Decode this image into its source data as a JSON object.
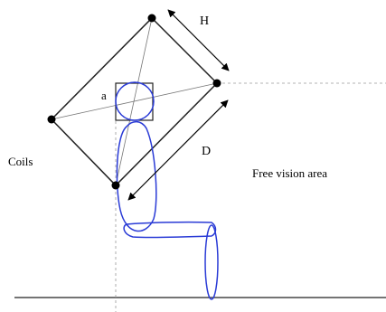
{
  "labels": {
    "height": "H",
    "distance": "D",
    "side": "a",
    "coils": "Coils",
    "free_vision_area": "Free vision area"
  },
  "colors": {
    "frame": "#222222",
    "figure": "#2a3bd6",
    "guide": "#9a9a9a",
    "diagonal": "#777777",
    "background": "#ffffff"
  }
}
